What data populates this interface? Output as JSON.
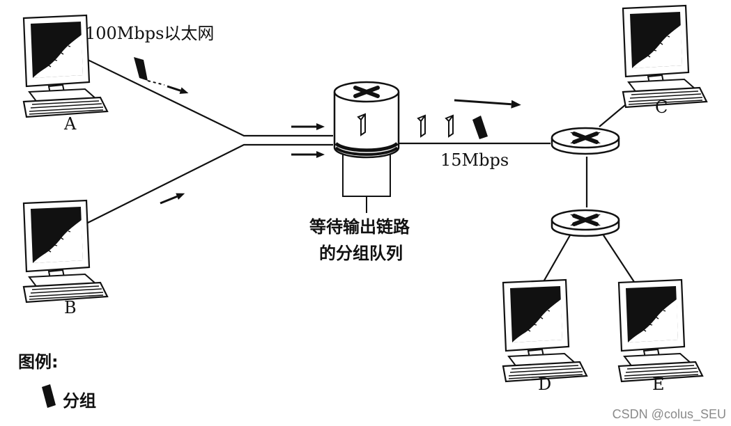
{
  "labels": {
    "ethernet": "100Mbps以太网",
    "link_rate": "15Mbps",
    "queue_line1": "等待输出链路",
    "queue_line2": "的分组队列",
    "legend_title": "图例:",
    "legend_packet": "分组",
    "watermark": "CSDN @colus_SEU"
  },
  "hosts": [
    {
      "id": "A",
      "label": "A"
    },
    {
      "id": "B",
      "label": "B"
    },
    {
      "id": "C",
      "label": "C"
    },
    {
      "id": "D",
      "label": "D"
    },
    {
      "id": "E",
      "label": "E"
    }
  ],
  "icons": {
    "host": "computer-icon",
    "router": "router-icon",
    "packet": "packet-icon",
    "arrow": "arrow-icon"
  },
  "colors": {
    "ink": "#111111",
    "background": "#ffffff",
    "watermark": "#8a8a8a"
  }
}
